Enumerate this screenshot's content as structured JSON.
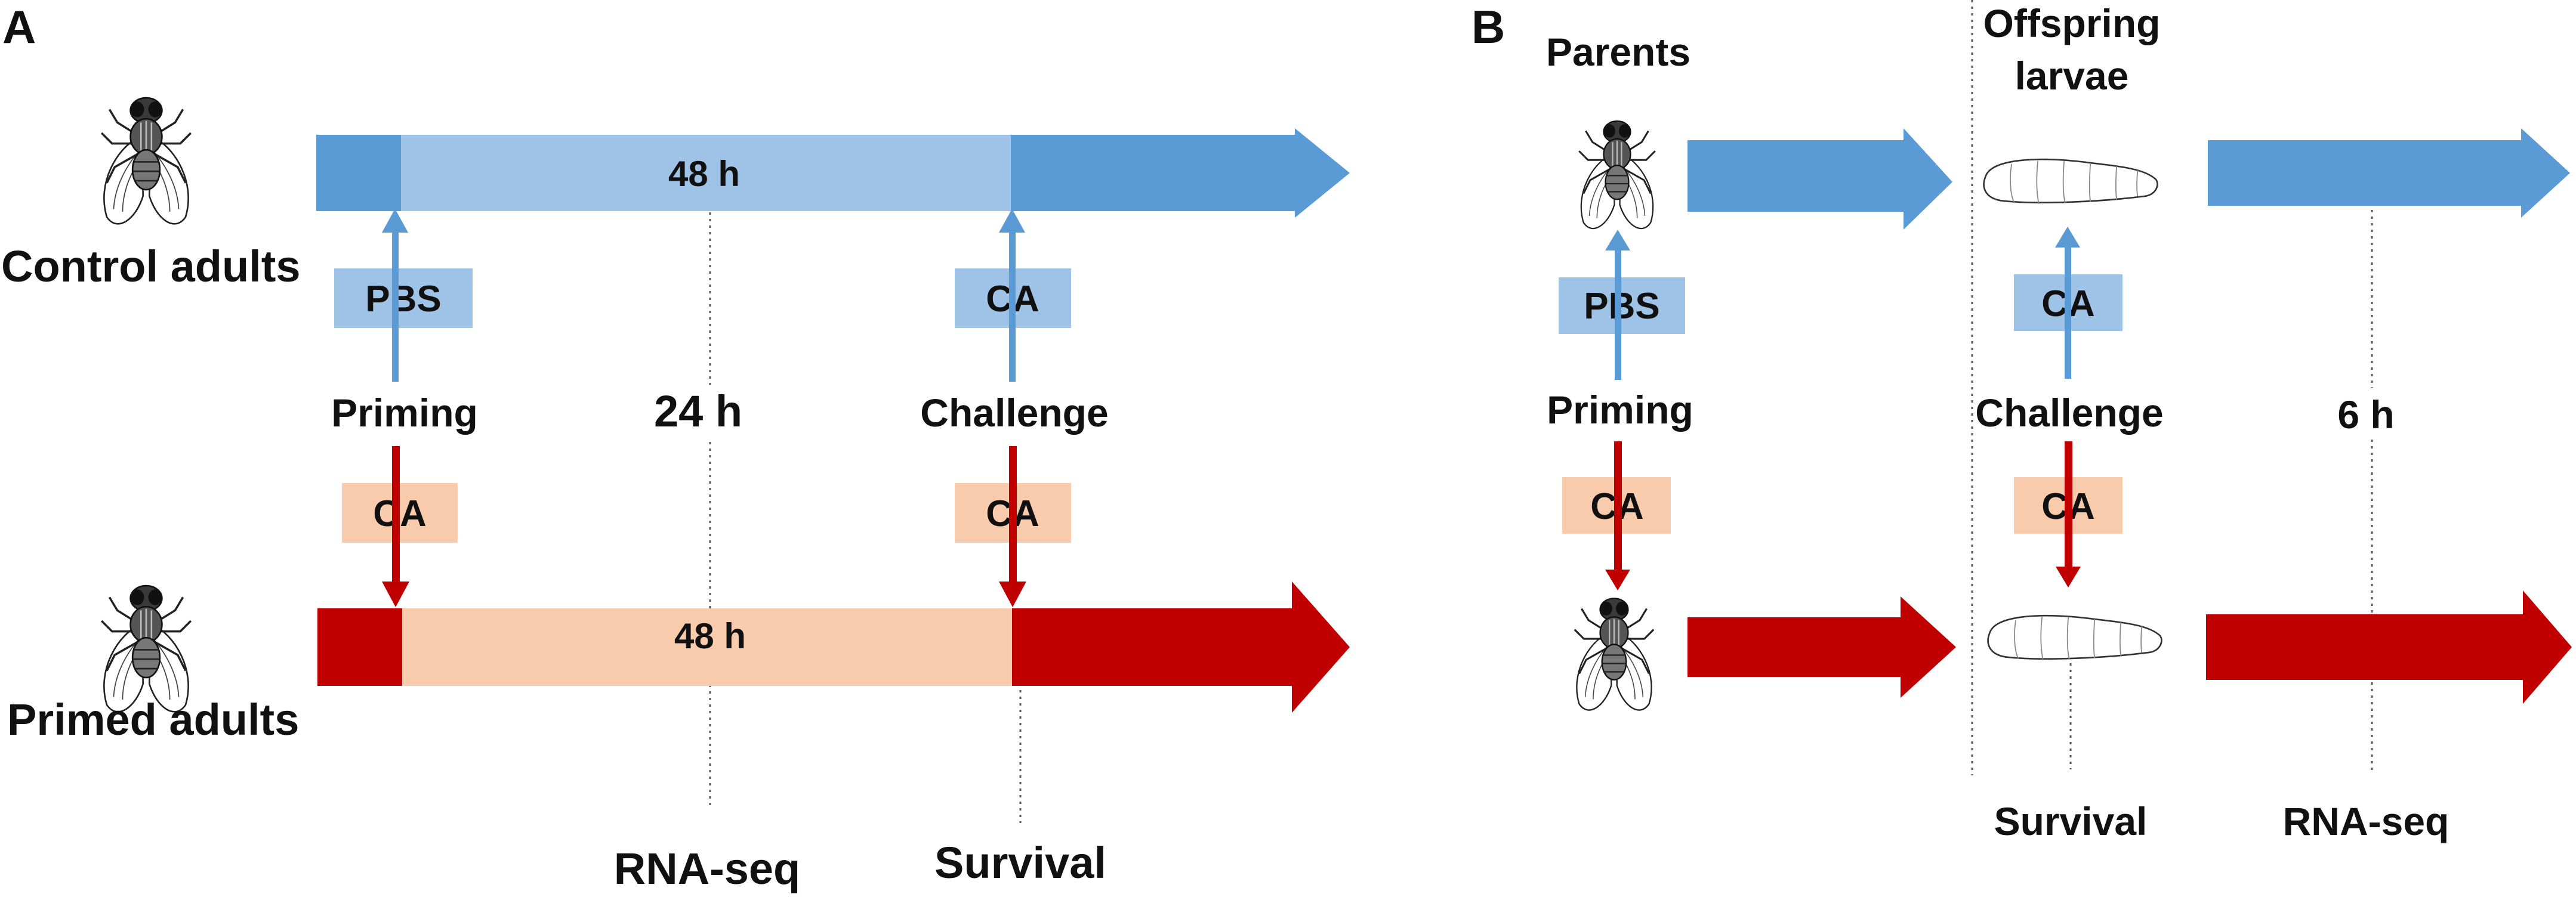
{
  "colors": {
    "blue_dark": "#5b9bd5",
    "blue_light": "#9fc3e7",
    "red_dark": "#c00000",
    "red_light": "#f8cbad",
    "dotted_line": "#555555"
  },
  "panel_a": {
    "letter": "A",
    "control_label": "Control adults",
    "primed_label": "Primed adults",
    "control_bar_label": "48 h",
    "primed_bar_label": "48 h",
    "pbs_box": "PBS",
    "control_challenge_box": "CA",
    "priming_label": "Priming",
    "challenge_label": "Challenge",
    "primed_priming_box": "CA",
    "primed_challenge_box": "CA",
    "time_label": "24 h",
    "rnaseq_label": "RNA-seq",
    "survival_label": "Survival",
    "icons": [
      "fly-icon",
      "fly-icon"
    ]
  },
  "panel_b": {
    "letter": "B",
    "parents_label": "Parents",
    "offspring_label_line1": "Offspring",
    "offspring_label_line2": "larvae",
    "pbs_box": "PBS",
    "priming_label": "Priming",
    "priming_box": "CA",
    "challenge_control_box": "CA",
    "challenge_label": "Challenge",
    "challenge_primed_box": "CA",
    "time_label": "6 h",
    "survival_label": "Survival",
    "rnaseq_label": "RNA-seq",
    "icons": [
      "fly-icon",
      "fly-icon",
      "larva-icon",
      "larva-icon"
    ]
  }
}
